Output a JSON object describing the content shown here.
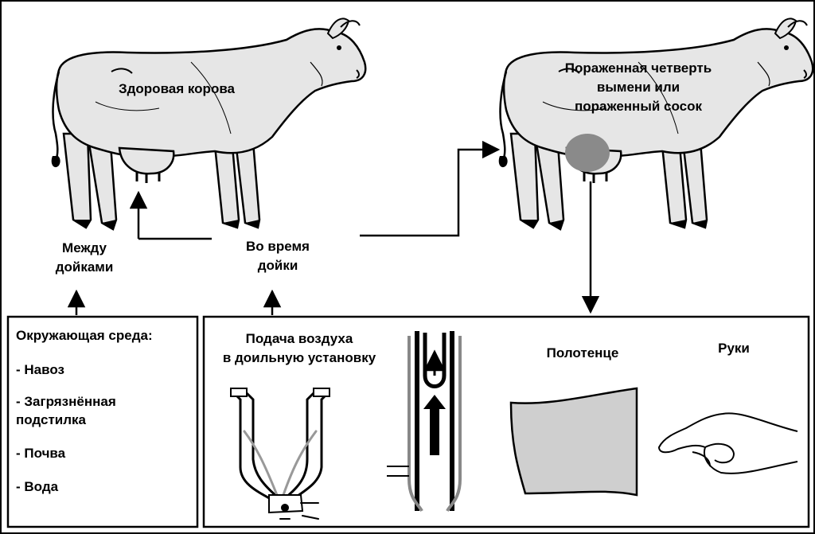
{
  "cow_healthy": {
    "label": "Здоровая корова"
  },
  "cow_infected": {
    "label": [
      "Пораженная четверть",
      "вымени или",
      "пораженный сосок"
    ]
  },
  "routes": {
    "between": [
      "Между",
      "дойками"
    ],
    "during": [
      "Во время",
      "дойки"
    ]
  },
  "environment": {
    "title": "Окружающая среда:",
    "items": [
      "- Навоз",
      "- Загрязнённая",
      "подстилка",
      "- Почва",
      "- Вода"
    ]
  },
  "milking": {
    "air_supply": [
      "Подача воздуха",
      "в доильную установку"
    ],
    "towel": "Полотенце",
    "hands": "Руки"
  },
  "colors": {
    "ink": "#000000",
    "body": "#e6e6e6",
    "lesion": "#8a8a8a",
    "towel": "#cfcfcf"
  }
}
